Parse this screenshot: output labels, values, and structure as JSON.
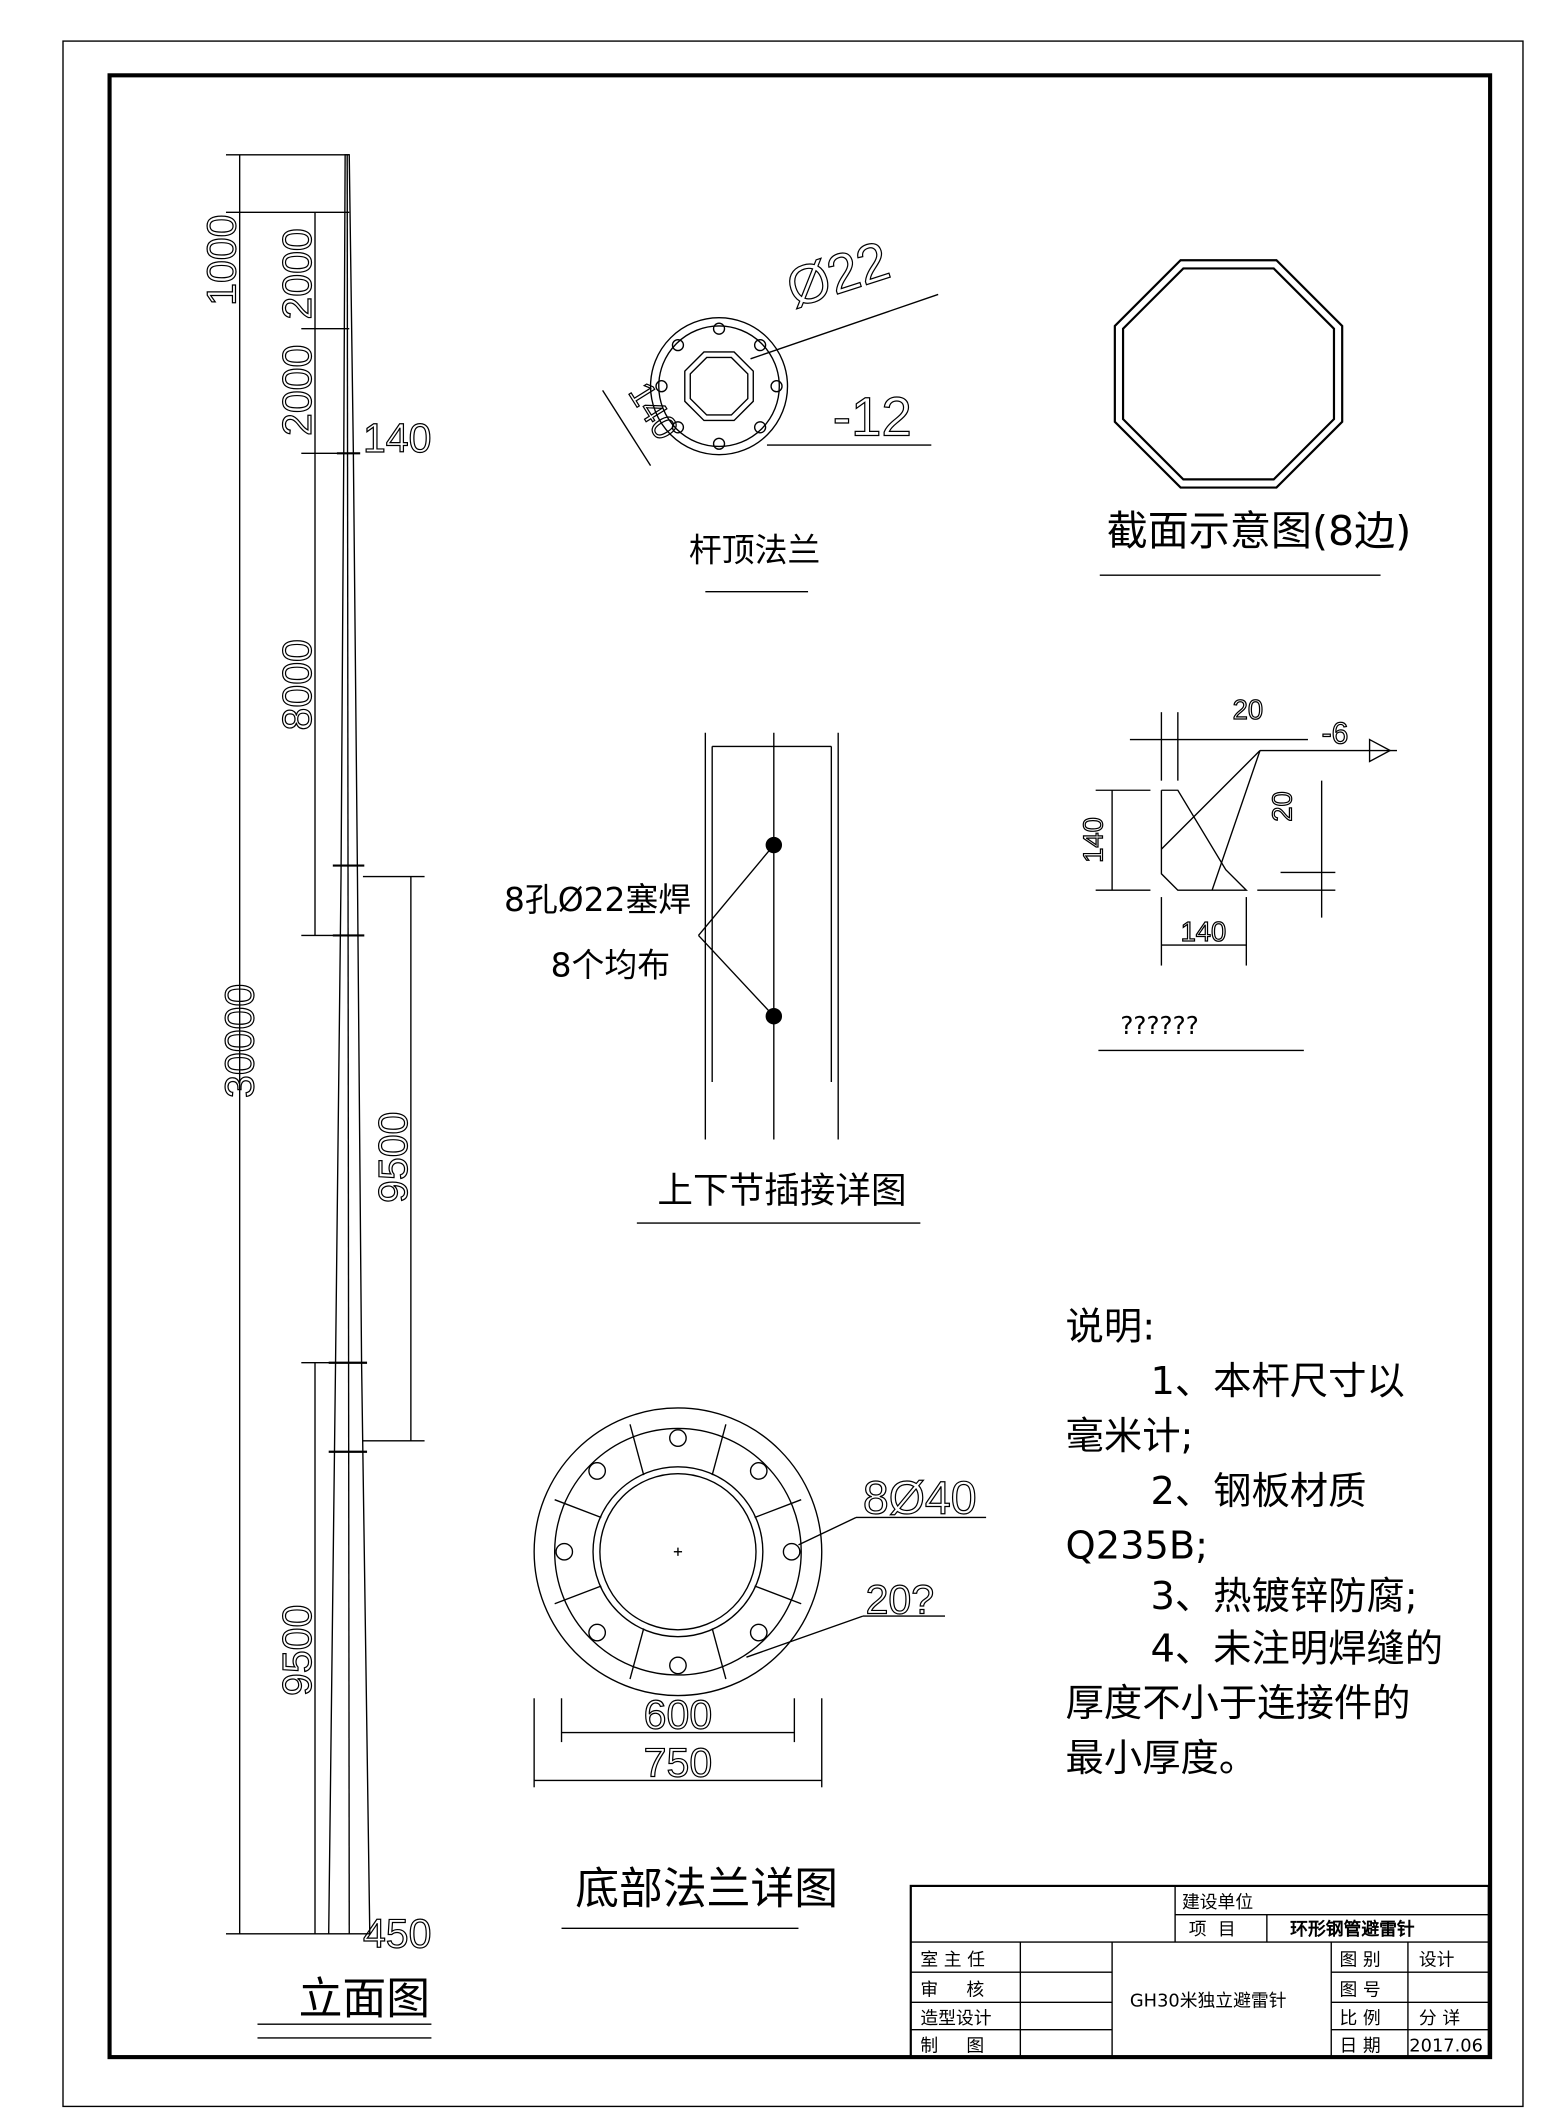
{
  "elevation": {
    "title": "立面图",
    "dims": {
      "total": "30000",
      "top1": "1000",
      "top2": "2000",
      "top3": "2000",
      "seg1": "8000",
      "seg2": "9500",
      "seg3": "9500",
      "flange_width": "140",
      "base_width": "450"
    }
  },
  "top_flange": {
    "title": "杆顶法兰",
    "hole": "Ø22",
    "thickness": "-12",
    "size": "140"
  },
  "section": {
    "title": "截面示意图(8边)"
  },
  "joint": {
    "title": "上下节插接详图",
    "note1": "8孔Ø22塞焊",
    "note2": "8个均布"
  },
  "rib": {
    "title": "??????",
    "d1": "20",
    "d2": "20",
    "d3": "140",
    "d4": "140",
    "weld": "-6"
  },
  "base_flange": {
    "title": "底部法兰详图",
    "holes": "8Ø40",
    "thickness": "20?",
    "inner": "600",
    "outer": "750"
  },
  "notes": {
    "heading": "说明:",
    "lines": [
      "1、本杆尺寸以",
      "毫米计;",
      "2、钢板材质",
      "Q235B;",
      "3、热镀锌防腐;",
      "4、未注明焊缝的",
      "厚度不小于连接件的",
      "最小厚度。"
    ]
  },
  "title_block": {
    "client_label": "建设单位",
    "client_value": "",
    "project_label": "项  目",
    "project_value": "环形钢管避雷针",
    "rows": [
      {
        "label": "室 主 任",
        "value": ""
      },
      {
        "label": "审     核",
        "value": ""
      },
      {
        "label": "造型设计",
        "value": ""
      },
      {
        "label": "制     图",
        "value": ""
      }
    ],
    "drawing_name": "GH30米独立避雷针",
    "right": [
      {
        "label": "图 别",
        "value": "设计"
      },
      {
        "label": "图 号",
        "value": ""
      },
      {
        "label": "比 例",
        "value": "分 详"
      },
      {
        "label": "日 期",
        "value": "2017.06"
      }
    ]
  }
}
